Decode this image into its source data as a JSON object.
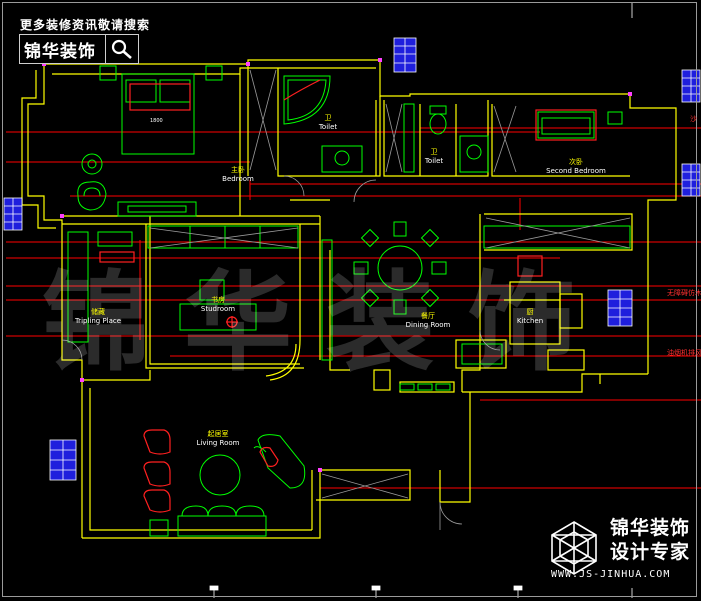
{
  "header": {
    "hint": "更多装修资讯敬请搜索",
    "brand": "锦华装饰",
    "search_icon": "magnifier-icon"
  },
  "watermark": "锦华装饰",
  "rooms": {
    "master_bedroom": {
      "zh": "主卧",
      "en": "Bedroom"
    },
    "master_toilet": {
      "zh": "卫",
      "en": "Toilet"
    },
    "toilet": {
      "zh": "卫",
      "en": "Toilet"
    },
    "second_bedroom": {
      "zh": "次卧",
      "en": "Second Bedroom"
    },
    "tripling_place": {
      "zh": "储藏",
      "en": "Tripling Place"
    },
    "study": {
      "zh": "书房",
      "en": "Studroom"
    },
    "dining": {
      "zh": "餐厅",
      "en": "Dining Room"
    },
    "kitchen": {
      "zh": "厨",
      "en": "Kitchen"
    },
    "living": {
      "zh": "起居室",
      "en": "Living Room"
    }
  },
  "notes": {
    "n1": "沙",
    "n2": "无障碍仿木",
    "n3": "油烟机排风"
  },
  "bed_size": "1800",
  "footer": {
    "company": "锦华装饰",
    "slogan": "设计专家",
    "url": "WWW.JS-JINHUA.COM"
  },
  "colors": {
    "background": "#000000",
    "wall": "#ffff00",
    "furniture": "#00ff00",
    "dimension_line": "#ff0000",
    "window": "#2020ff",
    "text": "#ffffff"
  }
}
